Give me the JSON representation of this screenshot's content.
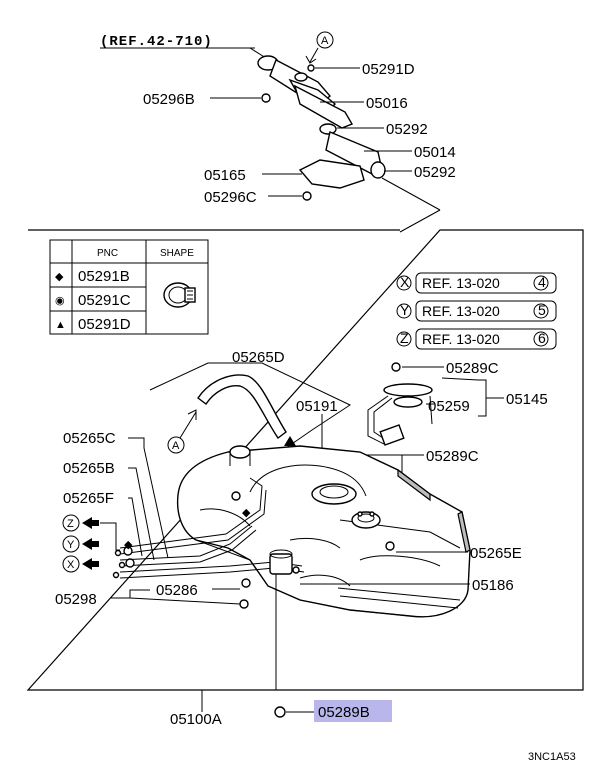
{
  "ref_top": "(REF.42-710)",
  "circle_A": "A",
  "callouts": {
    "p05291D": "05291D",
    "p05296B": "05296B",
    "p05016": "05016",
    "p05292_top": "05292",
    "p05014": "05014",
    "p05165": "05165",
    "p05292_mid": "05292",
    "p05296C": "05296C",
    "p05265D": "05265D",
    "p05289C_top": "05289C",
    "p05145": "05145",
    "p05259": "05259",
    "p05191": "05191",
    "p05289C_mid": "05289C",
    "p05265C": "05265C",
    "p05265B": "05265B",
    "p05265F": "05265F",
    "p05265E": "05265E",
    "p05186": "05186",
    "p05298": "05298",
    "p05286": "05286",
    "p05100A": "05100A",
    "p05289B": "05289B"
  },
  "legend": {
    "col_pnc": "PNC",
    "col_shape": "SHAPE",
    "rows": [
      {
        "symbol": "◆",
        "pnc": "05291B"
      },
      {
        "symbol": "◉",
        "pnc": "05291C"
      },
      {
        "symbol": "▲",
        "pnc": "05291D"
      }
    ]
  },
  "refs": [
    {
      "letter": "X",
      "text": "REF. 13-020",
      "num": "4"
    },
    {
      "letter": "Y",
      "text": "REF. 13-020",
      "num": "5"
    },
    {
      "letter": "Z",
      "text": "REF. 13-020",
      "num": "6"
    }
  ],
  "hose_letters": [
    "Z",
    "Y",
    "X"
  ],
  "diagram_code": "3NC1A53",
  "highlight_color": "#b8b6ea"
}
